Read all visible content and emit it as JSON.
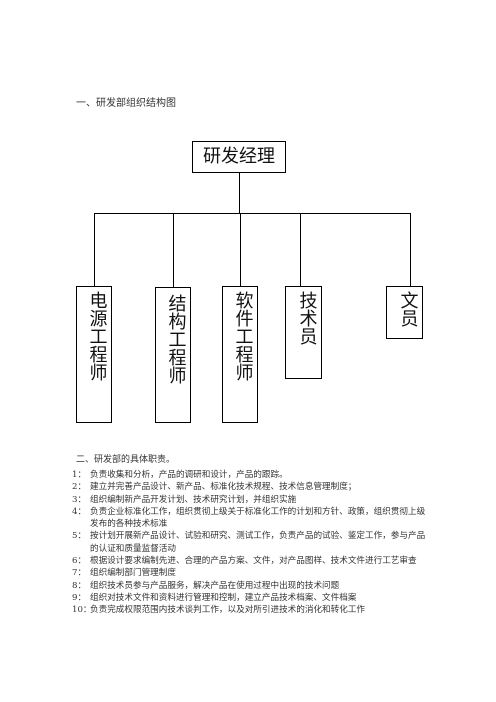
{
  "section1": {
    "title": "一、研发部组织结构图"
  },
  "org_chart": {
    "top": "研发经理",
    "children": [
      "电源工程师",
      "结构工程师",
      "软件工程师",
      "技术员",
      "文员"
    ]
  },
  "section2": {
    "title": "二、研发部的具体职责。",
    "duties": [
      {
        "num": "1：",
        "text": "负责收集和分析，产品的调研和设计，产品的跟踪。"
      },
      {
        "num": "2：",
        "text": "建立并完善产品设计、新产品、标准化技术规程、技术信息管理制度；"
      },
      {
        "num": "3：",
        "text": "组织编制新产品开发计划、技术研究计划，并组织实施"
      },
      {
        "num": "4：",
        "text": "负责企业标准化工作，组织贯彻上级关于标准化工作的计划和方针、政策，组织贯彻上级发布的各种技术标准"
      },
      {
        "num": "5：",
        "text": "按计划开展新产品设计、试验和研究、测试工作，负责产品的试验、鉴定工作，参与产品的认证和质量监督活动"
      },
      {
        "num": "6：",
        "text": "根据设计要求编制先进、合理的产品方案、文件，对产品图样、技术文件进行工艺审查"
      },
      {
        "num": "7：",
        "text": "组织编制部门管理制度"
      },
      {
        "num": "8：",
        "text": "组织技术员参与产品服务，解决产品在使用过程中出现的技术问题"
      },
      {
        "num": "9：",
        "text": "组织对技术文件和资料进行管理和控制，建立产品技术档案、文件档案"
      },
      {
        "num": "10：",
        "text": "负责完成权限范围内技术谈判工作，以及对所引进技术的消化和转化工作"
      }
    ]
  }
}
